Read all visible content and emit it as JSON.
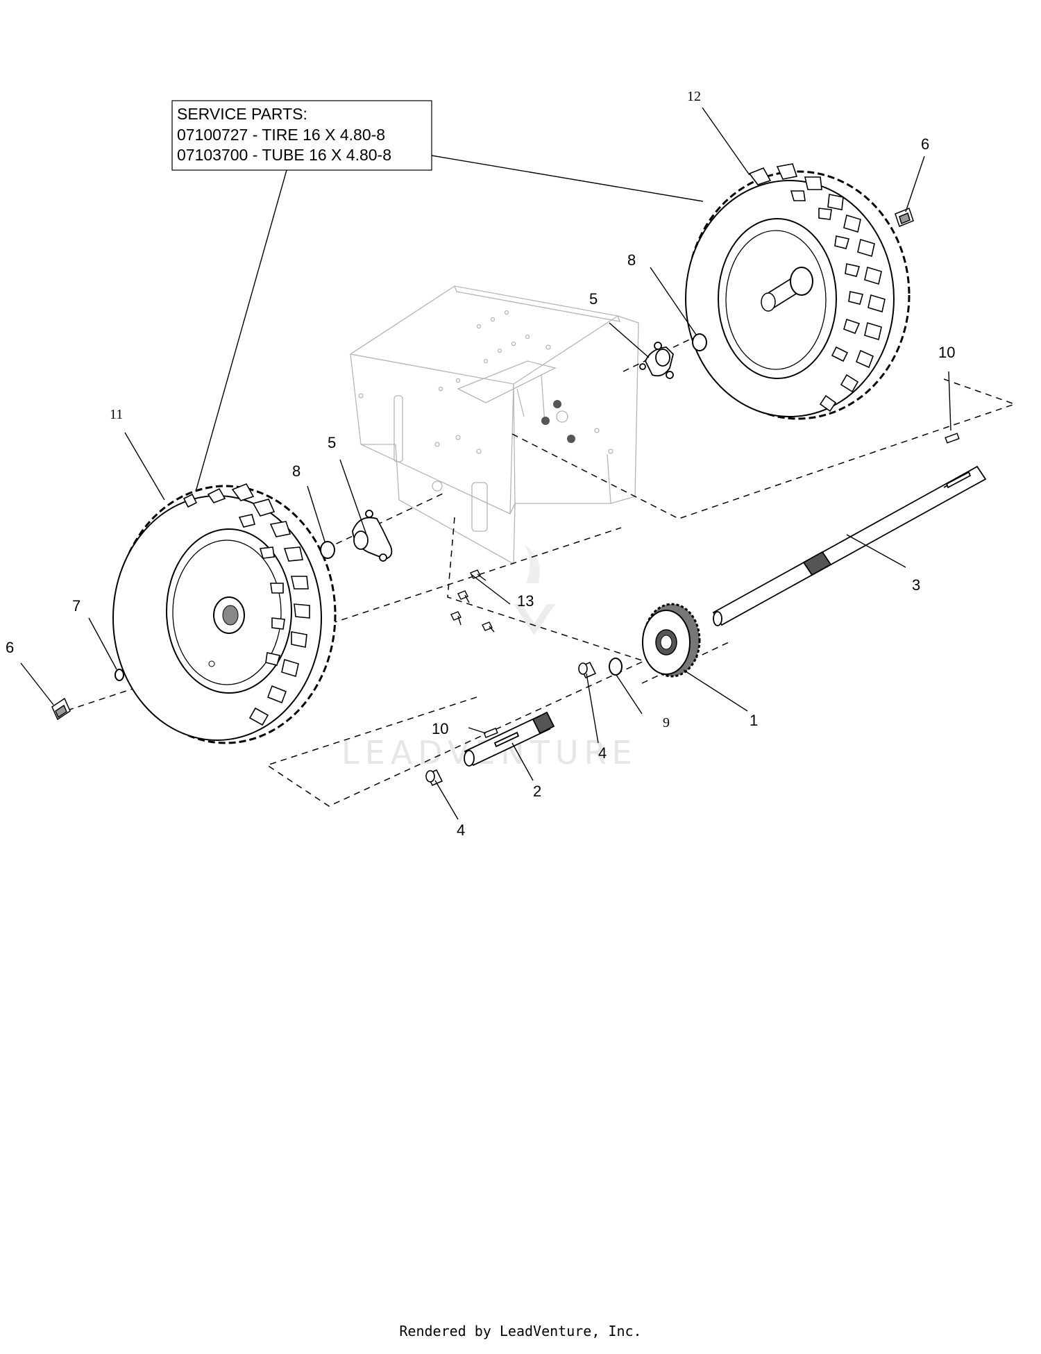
{
  "service_parts": {
    "heading": "SERVICE PARTS:",
    "line1": "07100727 - TIRE 16 X 4.80-8",
    "line2": "07103700 - TUBE 16 X 4.80-8"
  },
  "callouts": {
    "c1": "1",
    "c2": "2",
    "c3": "3",
    "c4a": "4",
    "c4b": "4",
    "c5a": "5",
    "c5b": "5",
    "c6a": "6",
    "c6b": "6",
    "c7": "7",
    "c8a": "8",
    "c8b": "8",
    "c9": "9",
    "c10a": "10",
    "c10b": "10",
    "c11": "11",
    "c12": "12",
    "c13": "13"
  },
  "watermark": "LEADVENTURE",
  "footer": "Rendered by LeadVenture, Inc."
}
